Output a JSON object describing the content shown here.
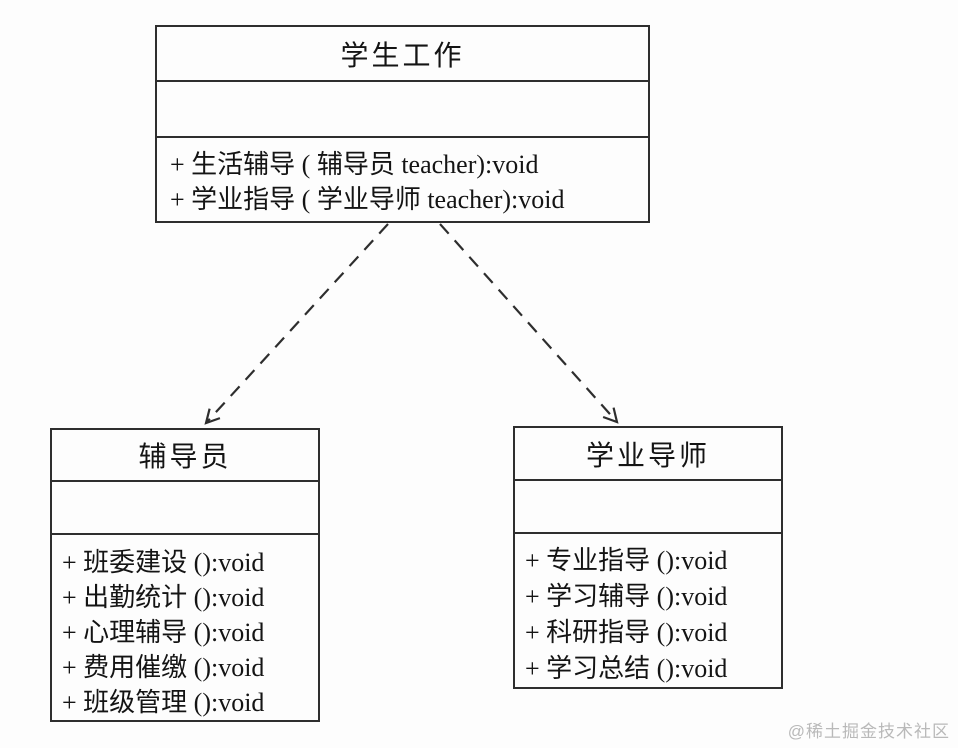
{
  "classes": [
    {
      "id": "student-work",
      "name": "学生工作",
      "attributes": [],
      "methods": [
        "+ 生活辅导 ( 辅导员 teacher):void",
        "+ 学业指导 ( 学业导师 teacher):void"
      ]
    },
    {
      "id": "counselor",
      "name": "辅导员",
      "attributes": [],
      "methods": [
        "+ 班委建设 ():void",
        "+ 出勤统计 ():void",
        "+ 心理辅导 ():void",
        "+ 费用催缴 ():void",
        "+ 班级管理 ():void"
      ]
    },
    {
      "id": "academic-advisor",
      "name": "学业导师",
      "attributes": [],
      "methods": [
        "+ 专业指导 ():void",
        "+ 学习辅导 ():void",
        "+ 科研指导 ():void",
        "+ 学习总结 ():void"
      ]
    }
  ],
  "relations": [
    {
      "from": "student-work",
      "to": "counselor",
      "type": "dependency",
      "style": "dashed-open-arrow"
    },
    {
      "from": "student-work",
      "to": "academic-advisor",
      "type": "dependency",
      "style": "dashed-open-arrow"
    }
  ],
  "watermark": {
    "text": "@稀土掘金技术社区"
  },
  "colors": {
    "line": "#2e2e2e",
    "text": "#141414",
    "background": "#fdfdfd",
    "watermark": "#b9b9b9"
  }
}
